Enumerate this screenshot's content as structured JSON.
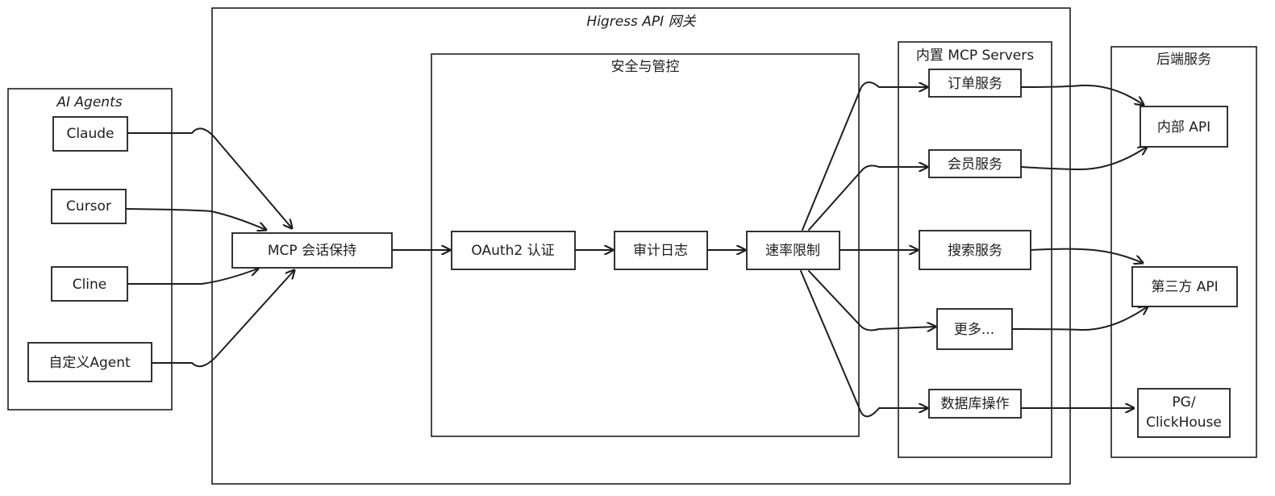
{
  "groups": {
    "gateway": "Higress API 网关",
    "security": "安全与管控",
    "agents": "AI Agents",
    "mcp_servers": "内置 MCP Servers",
    "backend": "后端服务"
  },
  "agents": [
    "Claude",
    "Cursor",
    "Cline",
    "自定义Agent"
  ],
  "gateway_nodes": {
    "session": "MCP 会话保持",
    "oauth": "OAuth2 认证",
    "audit": "审计日志",
    "ratelimit": "速率限制"
  },
  "mcp_servers": [
    "订单服务",
    "会员服务",
    "搜索服务",
    "更多...",
    "数据库操作"
  ],
  "backend_services": {
    "internal_api": "内部 API",
    "third_party_api": "第三方 API",
    "pg_line1": "PG/",
    "pg_line2": "ClickHouse"
  },
  "colors": {
    "stroke": "#1e1e1e",
    "background": "#ffffff"
  }
}
